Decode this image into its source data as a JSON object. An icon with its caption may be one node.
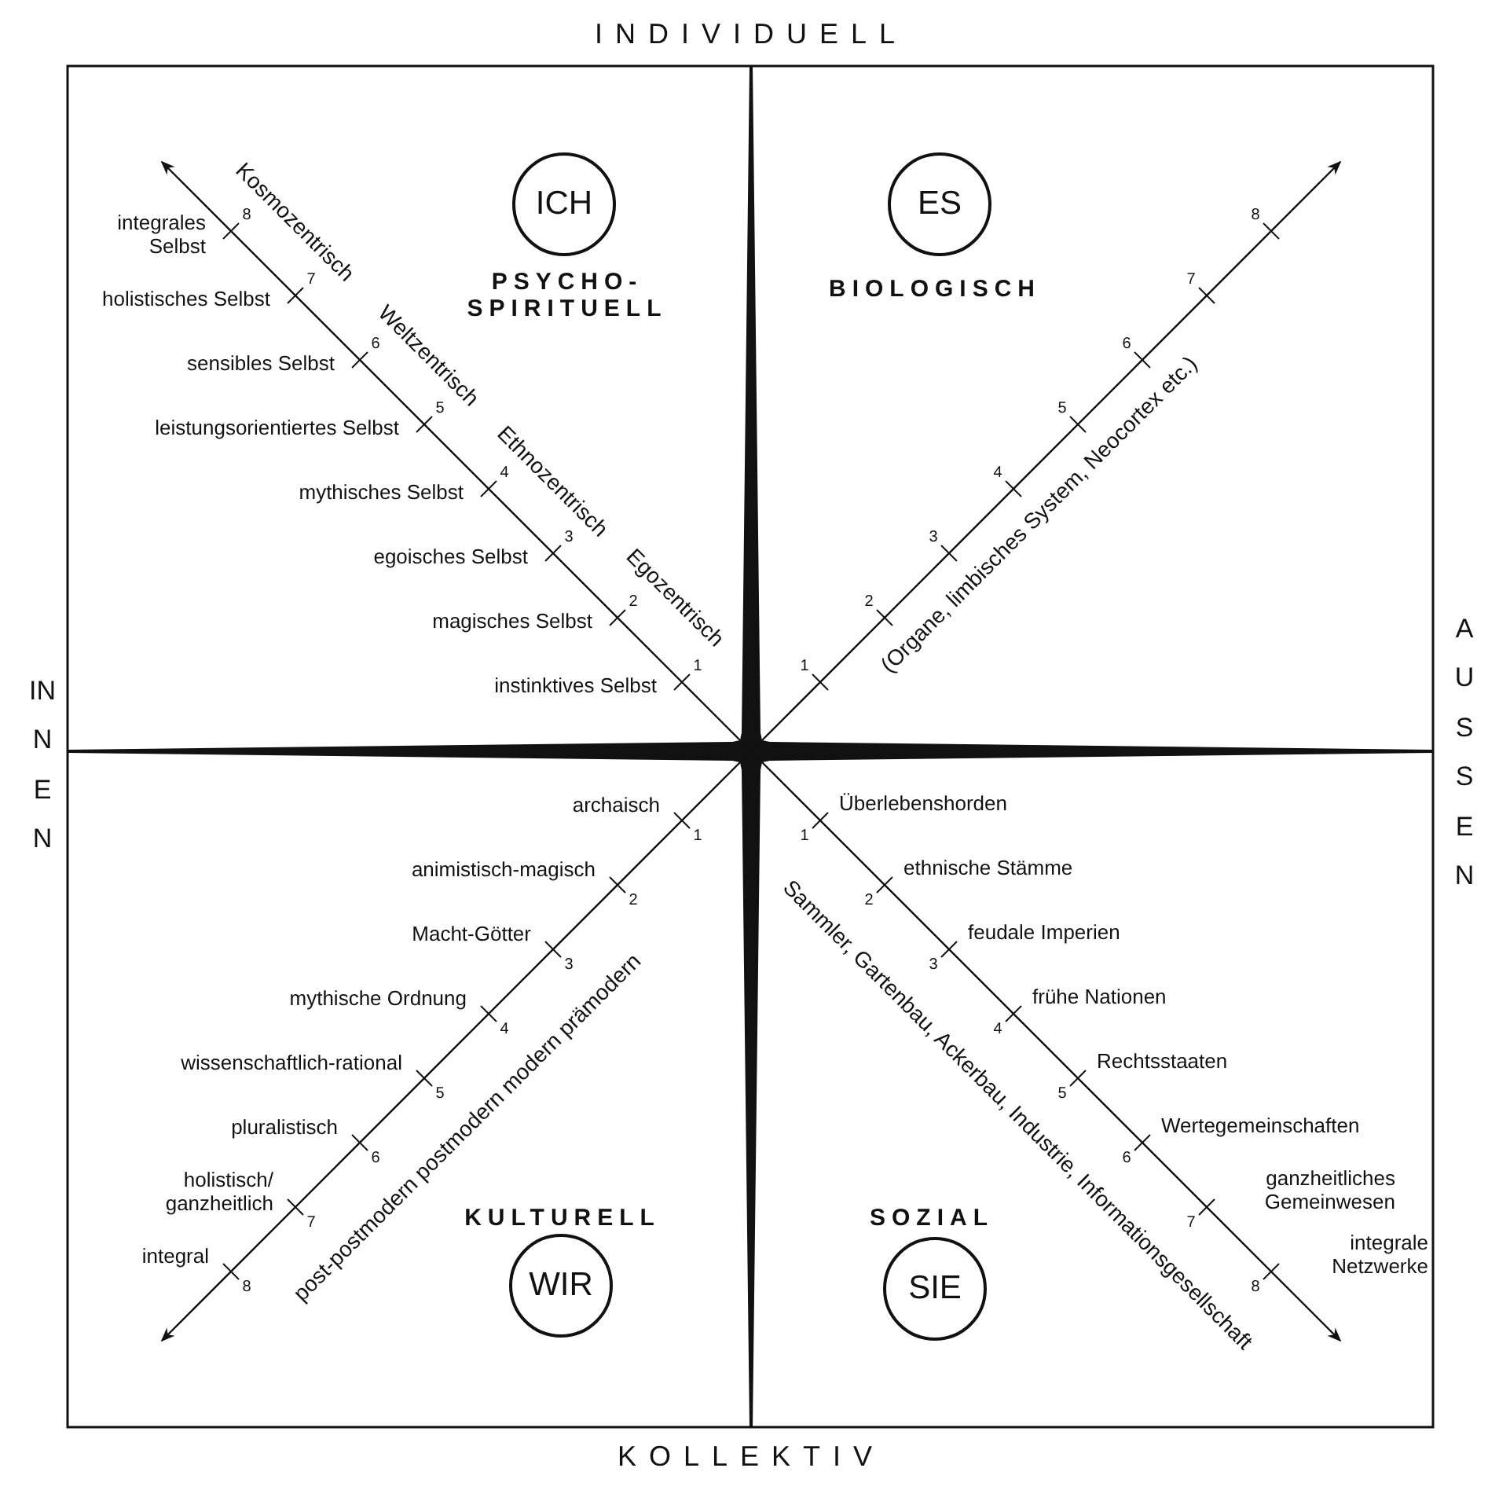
{
  "diagram": {
    "nodes": [
      {
        "text": [
          "ICH"
        ],
        "beside": [
          "PSYCHO- SPIRITUELL"
        ]
      },
      {
        "text": [
          "ES"
        ],
        "beside": [
          "BIOLOGISCH"
        ]
      },
      {
        "text": [
          "WIR"
        ],
        "beside": [
          "KULTURELL"
        ]
      },
      {
        "text": [
          "SIE"
        ],
        "beside": [
          "SOZIAL"
        ]
      }
    ],
    "labels": [
      "INDIVIDUELL",
      "INNEN",
      "AUSSEN",
      "KOLLEKTIV",
      "1",
      "2",
      "3",
      "4",
      "5",
      "6",
      "7",
      "8",
      "instinktives Selbst",
      "magisches Selbst",
      "egoisches Selbst",
      "mythisches Selbst",
      "leistungsorientiertes Selbst",
      "sensibles Selbst",
      "holistisches Selbst",
      "integrales Selbst",
      "Egozentrisch",
      "Ethnozentrisch",
      "Weltzentrisch",
      "Kosmozentrisch",
      "1",
      "2",
      "3",
      "4",
      "5",
      "6",
      "7",
      "8",
      "(Organe, limbisches System, Neocortex etc.)",
      "1",
      "2",
      "3",
      "4",
      "5",
      "6",
      "7",
      "8",
      "archaisch",
      "animistisch-magisch",
      "Macht-Götter",
      "mythische Ordnung",
      "wissenschaftlich-rational",
      "pluralistisch",
      "holistisch/ ganzheitlich",
      "integral",
      "post-postmodern postmodern modern prämodern",
      "1",
      "2",
      "3",
      "4",
      "5",
      "6",
      "7",
      "8",
      "Überlebenshorden",
      "ethnische Stämme",
      "feudale Imperien",
      "frühe Nationen",
      "Rechtsstaaten",
      "Wertegemeinschaften",
      "ganzheitliches Gemeinwesen",
      "integrale Netzwerke",
      "Sammler, Gartenbau, Ackerbau, Industrie, Informationsgesellschaft"
    ]
  }
}
